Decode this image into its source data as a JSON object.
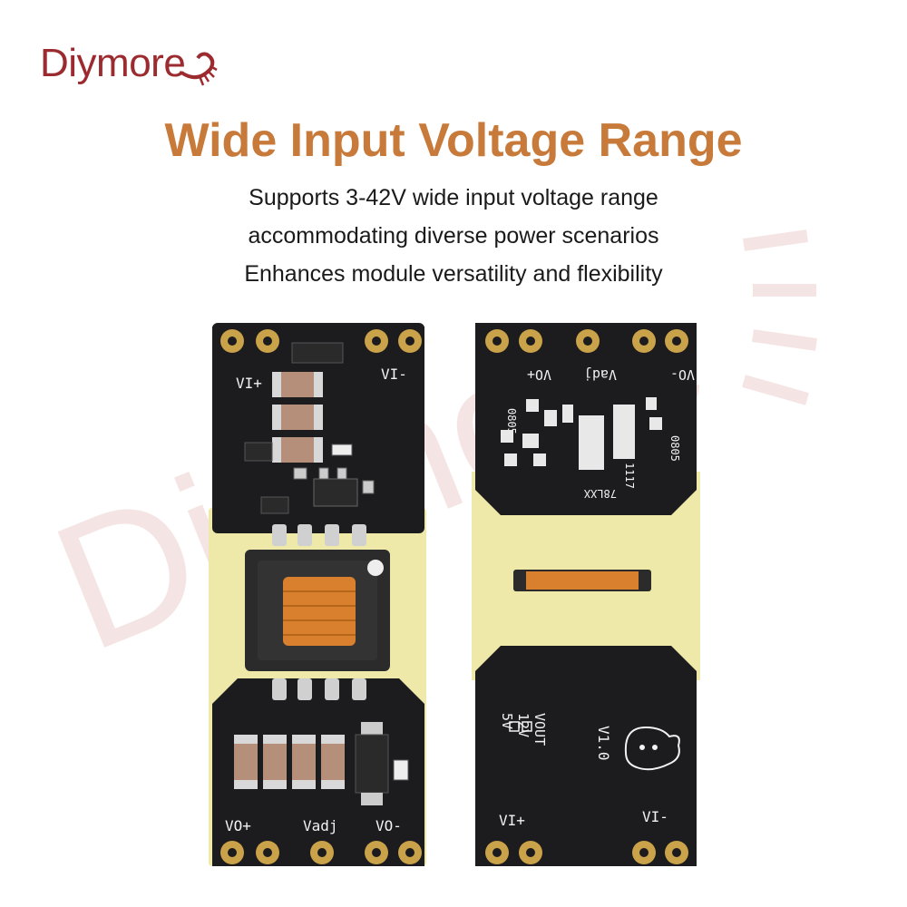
{
  "brand": {
    "name": "Diymore",
    "color": "#9b2b2f",
    "watermark": "Diymore"
  },
  "headline": {
    "text": "Wide Input Voltage Range",
    "color": "#c77a3a"
  },
  "description": [
    "Supports 3-42V wide input voltage range",
    "accommodating diverse power scenarios",
    "Enhances module versatility and flexibility"
  ],
  "front_board": {
    "top_labels": {
      "vi_plus": "VI+",
      "vi_minus": "VI-"
    },
    "bottom_labels": {
      "vo_plus": "VO+",
      "vadj": "Vadj",
      "vo_minus": "VO-"
    }
  },
  "back_board": {
    "top_labels": {
      "vo_plus": "VO+",
      "vadj": "Vadj",
      "vo_minus": "VO-",
      "pkg_left": "0805",
      "pkg_right": "0805",
      "reg": "78LXX",
      "ldo": "1117"
    },
    "bottom_labels": {
      "version": "V1.0",
      "vout": "VOUT",
      "v12": "12V",
      "v5": "5V",
      "vi_plus": "VI+",
      "vi_minus": "VI-"
    }
  },
  "colors": {
    "pcb": "#1c1c1e",
    "pad_gold": "#c9a24a",
    "core": "#f0eab0",
    "transformer": "#2b2b2b",
    "copper": "#d9802f"
  }
}
